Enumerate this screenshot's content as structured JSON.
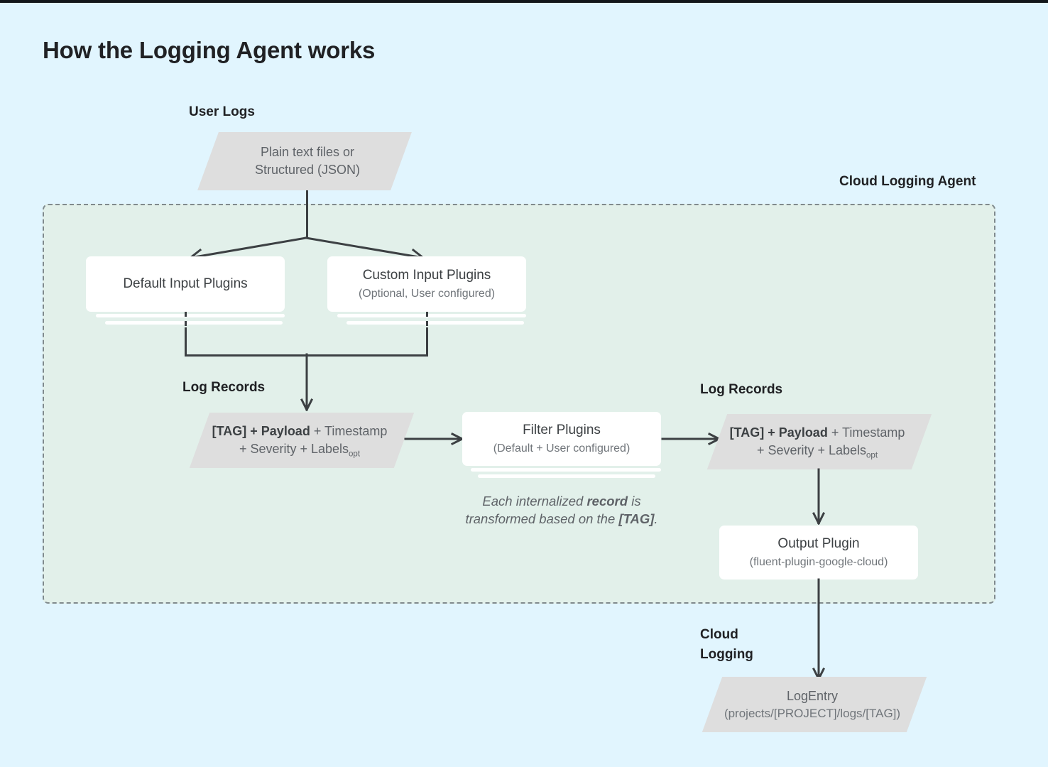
{
  "page": {
    "title": "How the Logging Agent works",
    "background_color": "#e1f5fe",
    "agent_panel_color": "#e2f0ea",
    "shape_color": "#dedede",
    "card_color": "#ffffff",
    "line_color": "#3c4043",
    "dashed_border_color": "#808a8d"
  },
  "labels": {
    "user_logs": "User Logs",
    "cloud_logging_agent": "Cloud Logging Agent",
    "log_records_left": "Log Records",
    "log_records_right": "Log Records",
    "cloud_logging_line1": "Cloud",
    "cloud_logging_line2": "Logging"
  },
  "nodes": {
    "user_logs_source": {
      "line1": "Plain text files or",
      "line2": "Structured (JSON)"
    },
    "default_input_plugins": {
      "title": "Default Input Plugins",
      "subtitle": ""
    },
    "custom_input_plugins": {
      "title": "Custom Input Plugins",
      "subtitle": "(Optional, User configured)"
    },
    "log_record_left": {
      "bold": "[TAG] + Payload",
      "rest1": " + Timestamp",
      "line2_a": "+ Severity + Labels",
      "line2_sub": "opt"
    },
    "filter_plugins": {
      "title": "Filter Plugins",
      "subtitle": "(Default + User configured)"
    },
    "log_record_right": {
      "bold": "[TAG] + Payload",
      "rest1": " + Timestamp",
      "line2_a": "+ Severity + Labels",
      "line2_sub": "opt"
    },
    "output_plugin": {
      "title": "Output Plugin",
      "subtitle": "(fluent-plugin-google-cloud)"
    },
    "log_entry": {
      "title": "LogEntry",
      "subtitle": "(projects/[PROJECT]/logs/[TAG])"
    }
  },
  "note": {
    "line1_a": "Each internalized ",
    "line1_b": "record",
    "line1_c": " is",
    "line2_a": "transformed based on the ",
    "line2_b": "[TAG]",
    "line2_c": "."
  }
}
